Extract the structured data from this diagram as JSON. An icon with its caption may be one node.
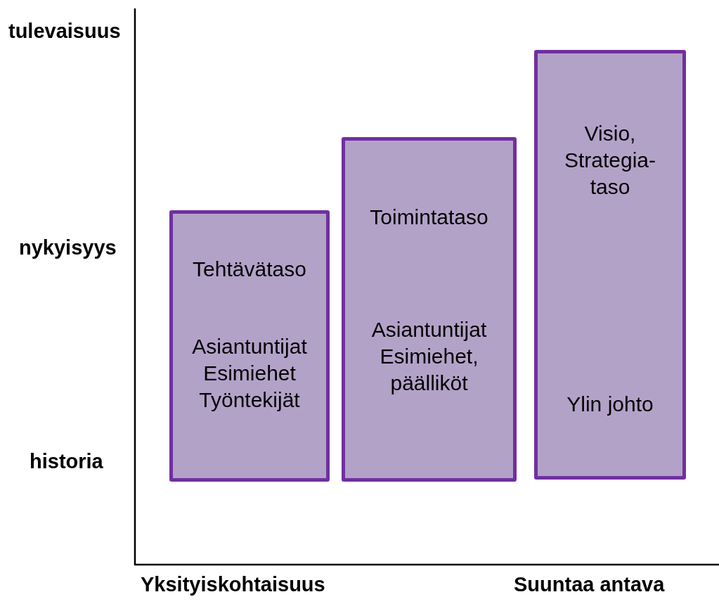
{
  "diagram": {
    "nodes": [
      {
        "text": [
          "Tehtävätaso",
          "Asiantuntijat Esimiehet Työntekijät"
        ]
      },
      {
        "text": [
          "Toimintataso",
          "Asiantuntijat Esimiehet, päälliköt"
        ]
      },
      {
        "text": [
          "Visio, Strategia-taso",
          "Ylin johto"
        ]
      }
    ],
    "labels": [
      "tulevaisuus",
      "nykyisyys",
      "historia",
      "Yksityiskohtaisuus",
      "Suuntaa antava"
    ]
  }
}
